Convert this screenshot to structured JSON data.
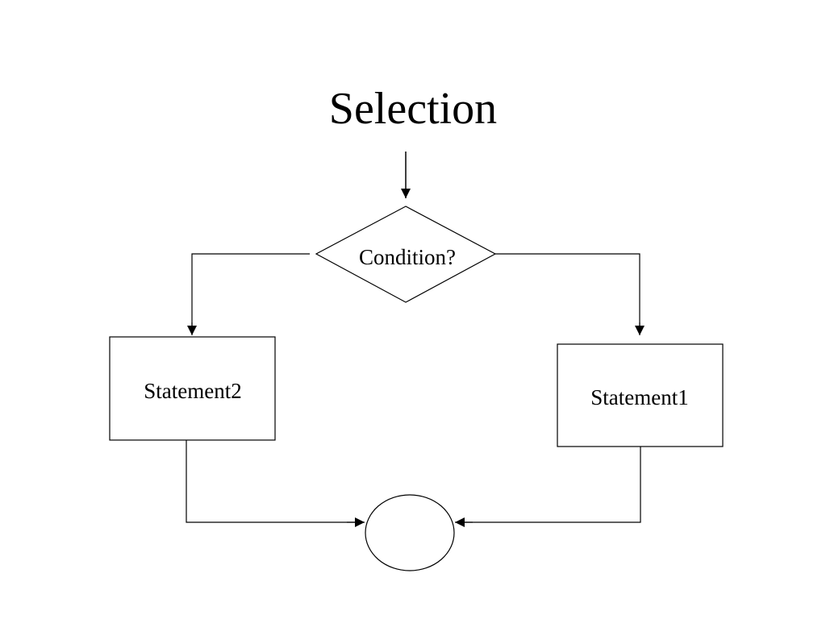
{
  "slide": {
    "title": "Selection"
  },
  "diagram": {
    "decision_label": "Condition?",
    "left_box_label": "Statement2",
    "right_box_label": "Statement1",
    "stroke_color": "#000000",
    "background_color": "#ffffff"
  }
}
